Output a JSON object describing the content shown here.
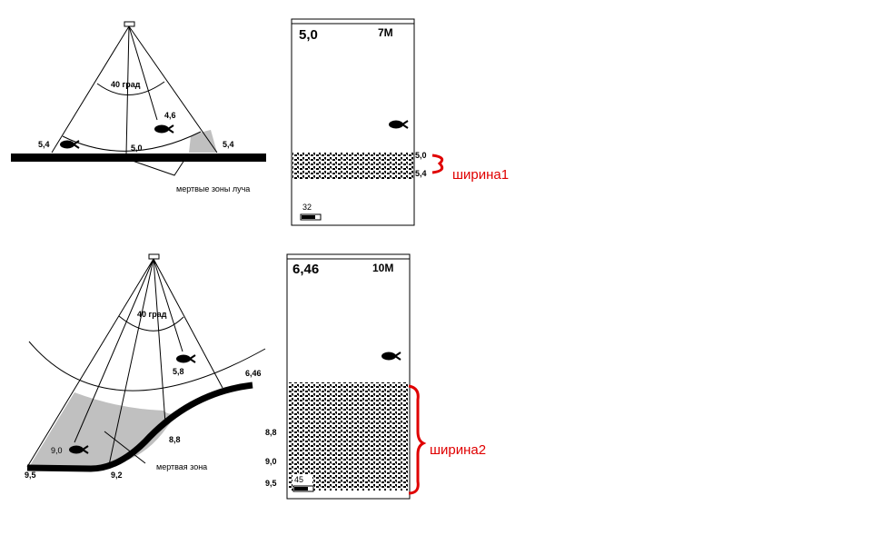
{
  "top": {
    "angle": "40 град",
    "fish_depth": "4,6",
    "left_edge": "5,4",
    "center": "5,0",
    "right_edge": "5,4",
    "dead_zones": "мертвые зоны луча",
    "screen": {
      "depth": "5,0",
      "range": "7M",
      "bottom_top": "5,0",
      "bottom_low": "5,4",
      "temp": "32"
    },
    "width_label": "ширина1"
  },
  "bottom": {
    "angle": "40 град",
    "fish_depth": "5,8",
    "fish2_depth": "9,0",
    "slope_top": "6,46",
    "mid": "8,8",
    "low": "9,2",
    "left": "9,5",
    "dead_zone": "мертвая зона",
    "screen": {
      "depth": "6,46",
      "range": "10M",
      "d1": "8,8",
      "d2": "9,0",
      "d3": "9,5",
      "temp": "45"
    },
    "width_label": "ширина2"
  },
  "colors": {
    "accent": "#e00000",
    "zone": "#c0c0c0"
  }
}
